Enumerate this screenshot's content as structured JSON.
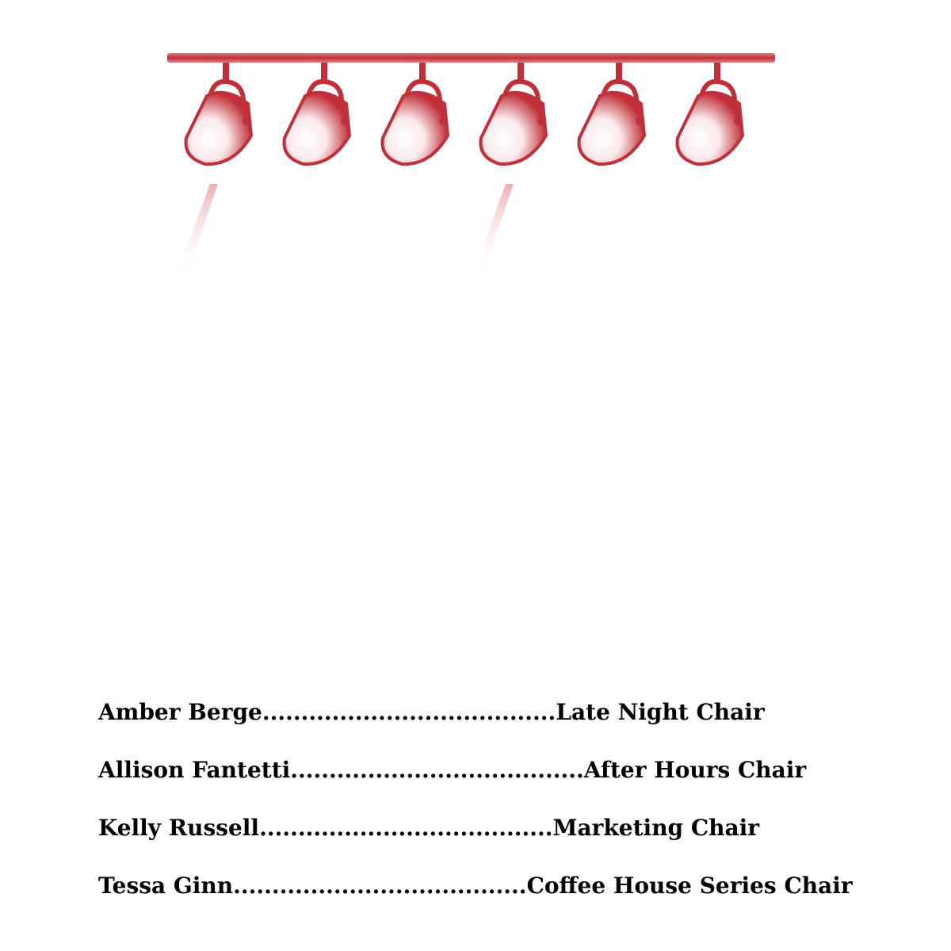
{
  "colors": {
    "accent": "#c0303a",
    "background": "#ffffff",
    "text": "#000000"
  },
  "illustration": {
    "name": "stage-spotlights",
    "spotlight_count": 6
  },
  "roster": [
    {
      "name": "Amber Berge",
      "dots": "......................................",
      "role": "Late Night Chair"
    },
    {
      "name": "Allison Fantetti",
      "dots": "......................................",
      "role": "After Hours Chair"
    },
    {
      "name": "Kelly Russell",
      "dots": "......................................",
      "role": "Marketing Chair"
    },
    {
      "name": "Tessa Ginn",
      "dots": "......................................",
      "role": "Coffee House Series Chair"
    }
  ]
}
